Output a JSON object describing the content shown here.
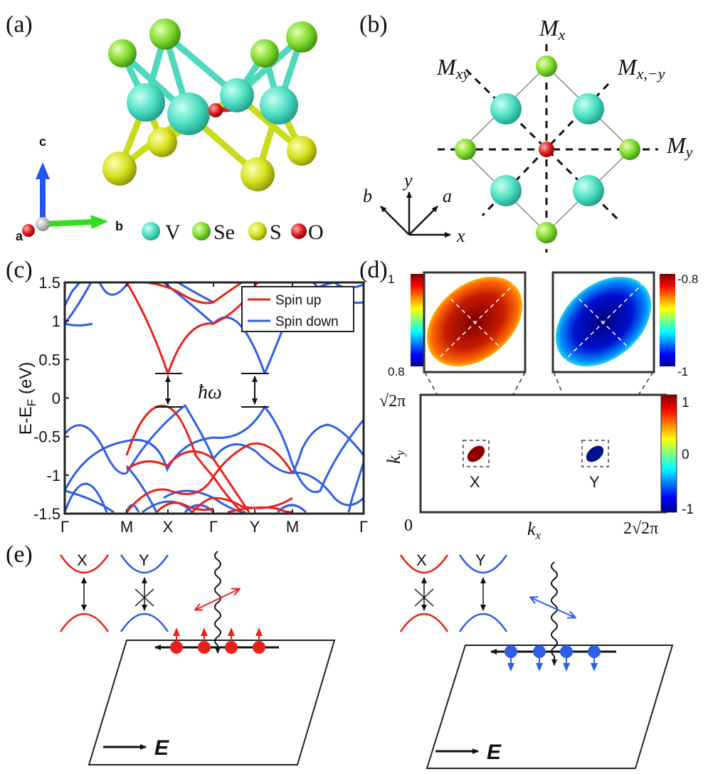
{
  "panels": {
    "a": {
      "label": "(a)",
      "axes": [
        "c",
        "a",
        "b"
      ],
      "legend": [
        {
          "symbol": "V",
          "color": "#4fe0c4"
        },
        {
          "symbol": "Se",
          "color": "#7fdc2e"
        },
        {
          "symbol": "S",
          "color": "#d4e41c"
        },
        {
          "symbol": "O",
          "color": "#e02020"
        }
      ]
    },
    "b": {
      "label": "(b)",
      "mirror_labels": {
        "mx": "M",
        "mx_sub": "x",
        "mxy": "M",
        "mxy_sub": "xy",
        "mxmy": "M",
        "mxmy_sub": "x,−y",
        "my": "M",
        "my_sub": "y"
      },
      "axes": [
        "y",
        "b",
        "a",
        "x"
      ]
    },
    "c": {
      "label": "(c)",
      "ylabel": "E-E",
      "ylabel_sub": "F",
      "ylabel_unit": " (eV)",
      "annotation": "ħω",
      "legend": [
        "Spin up",
        "Spin down"
      ],
      "colors": {
        "up": "#e8221b",
        "down": "#2e5fe6"
      }
    },
    "d": {
      "label": "(d)",
      "ylabel": "k",
      "ylabel_sub": "y",
      "xlabel": "k",
      "xlabel_sub": "x",
      "xmin": "0",
      "xmax": "2√2π",
      "ymax": "√2π",
      "points": [
        "X",
        "Y"
      ],
      "colorbar_main": [
        "1",
        "0",
        "-1"
      ],
      "colorbar_left": [
        "1",
        "0.8"
      ],
      "colorbar_right": [
        "-0.8",
        "-1"
      ]
    },
    "e": {
      "label": "(e)",
      "valleys": [
        "X",
        "Y"
      ],
      "field": "E"
    }
  },
  "chart_data": {
    "type": "line",
    "title": "",
    "xlabel": "",
    "ylabel": "E-E_F (eV)",
    "ylim": [
      -1.5,
      1.5
    ],
    "yticks": [
      -1.5,
      -1,
      -0.5,
      0,
      0.5,
      1,
      1.5
    ],
    "categories": [
      "Γ",
      "M",
      "X",
      "Γ",
      "Y",
      "M",
      "Γ"
    ],
    "legend_position": "top-right",
    "series": [
      {
        "name": "Spin up",
        "color": "#e8221b",
        "conduction_min": {
          "at": "X",
          "value": 0.31
        },
        "valence_max": {
          "at": "X",
          "value": -0.12
        }
      },
      {
        "name": "Spin down",
        "color": "#2e5fe6",
        "conduction_min": {
          "at": "Y",
          "value": 0.31
        },
        "valence_max": {
          "at": "Y",
          "value": -0.12
        }
      }
    ]
  }
}
